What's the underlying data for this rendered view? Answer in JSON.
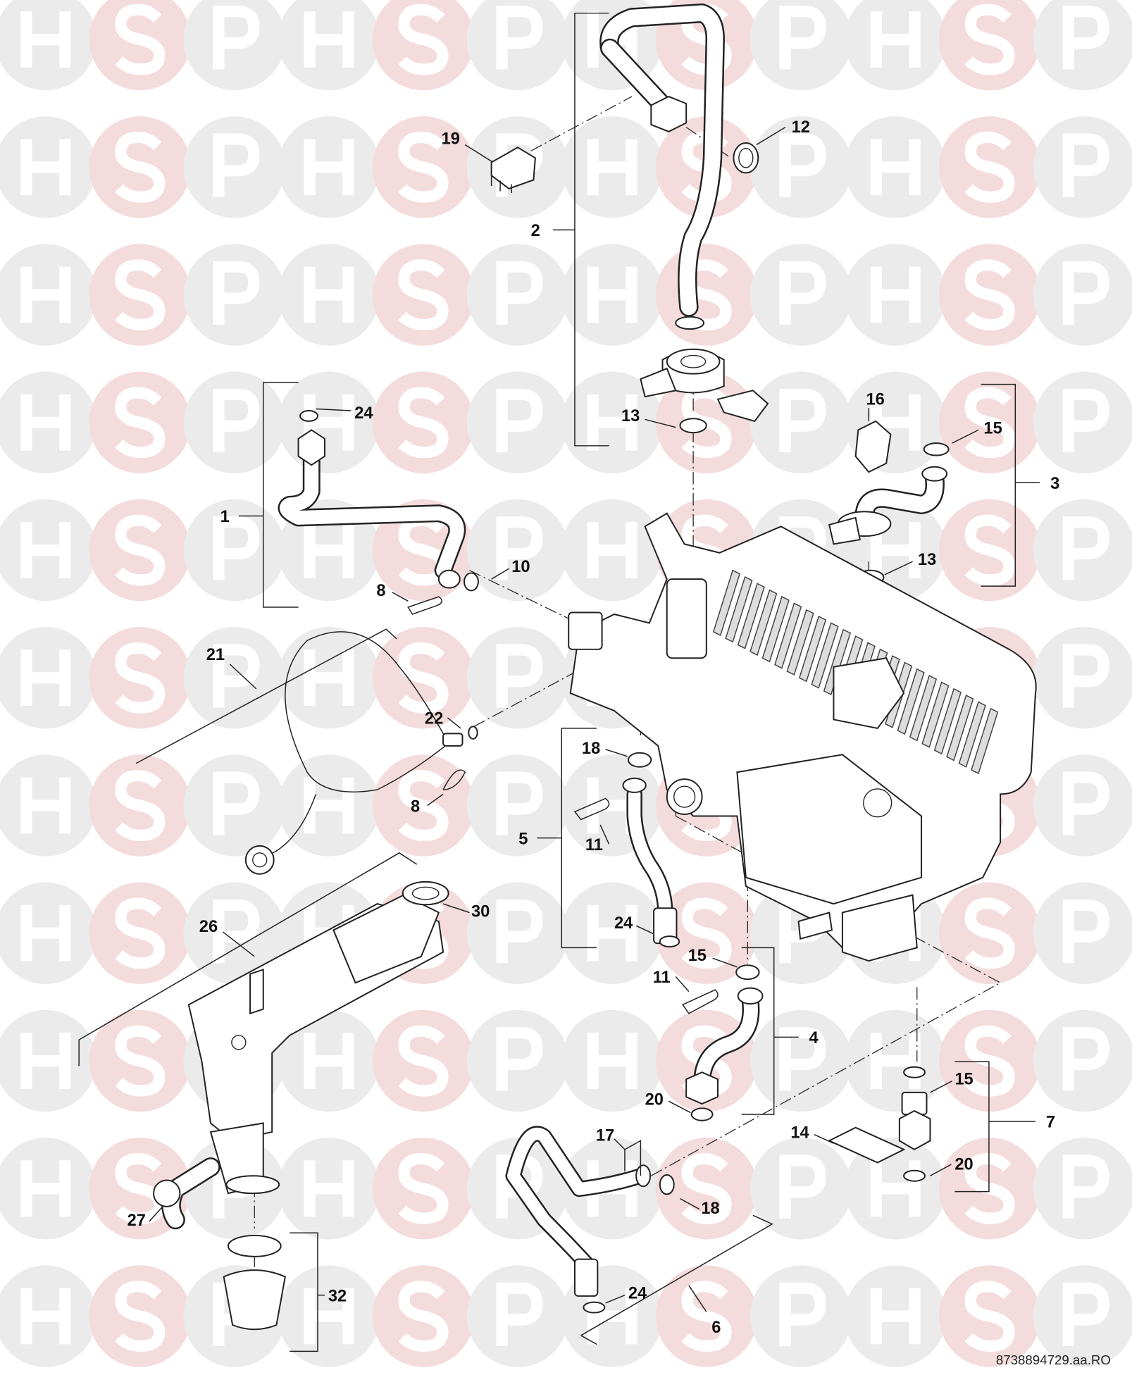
{
  "diagram": {
    "type": "exploded-parts-diagram",
    "watermark_letters": [
      "H",
      "S",
      "P"
    ],
    "watermark_colors": {
      "neutral": "#ebebeb",
      "accent": "#f5dcdc"
    },
    "drawing_code": "8738894729.aa.RO",
    "callouts": [
      "19",
      "12",
      "2",
      "24",
      "16",
      "15",
      "13",
      "3",
      "1",
      "10",
      "13",
      "8",
      "21",
      "22",
      "18",
      "8",
      "11",
      "5",
      "30",
      "26",
      "24",
      "15",
      "11",
      "4",
      "20",
      "17",
      "14",
      "15",
      "7",
      "20",
      "18",
      "27",
      "24",
      "32",
      "6"
    ]
  }
}
